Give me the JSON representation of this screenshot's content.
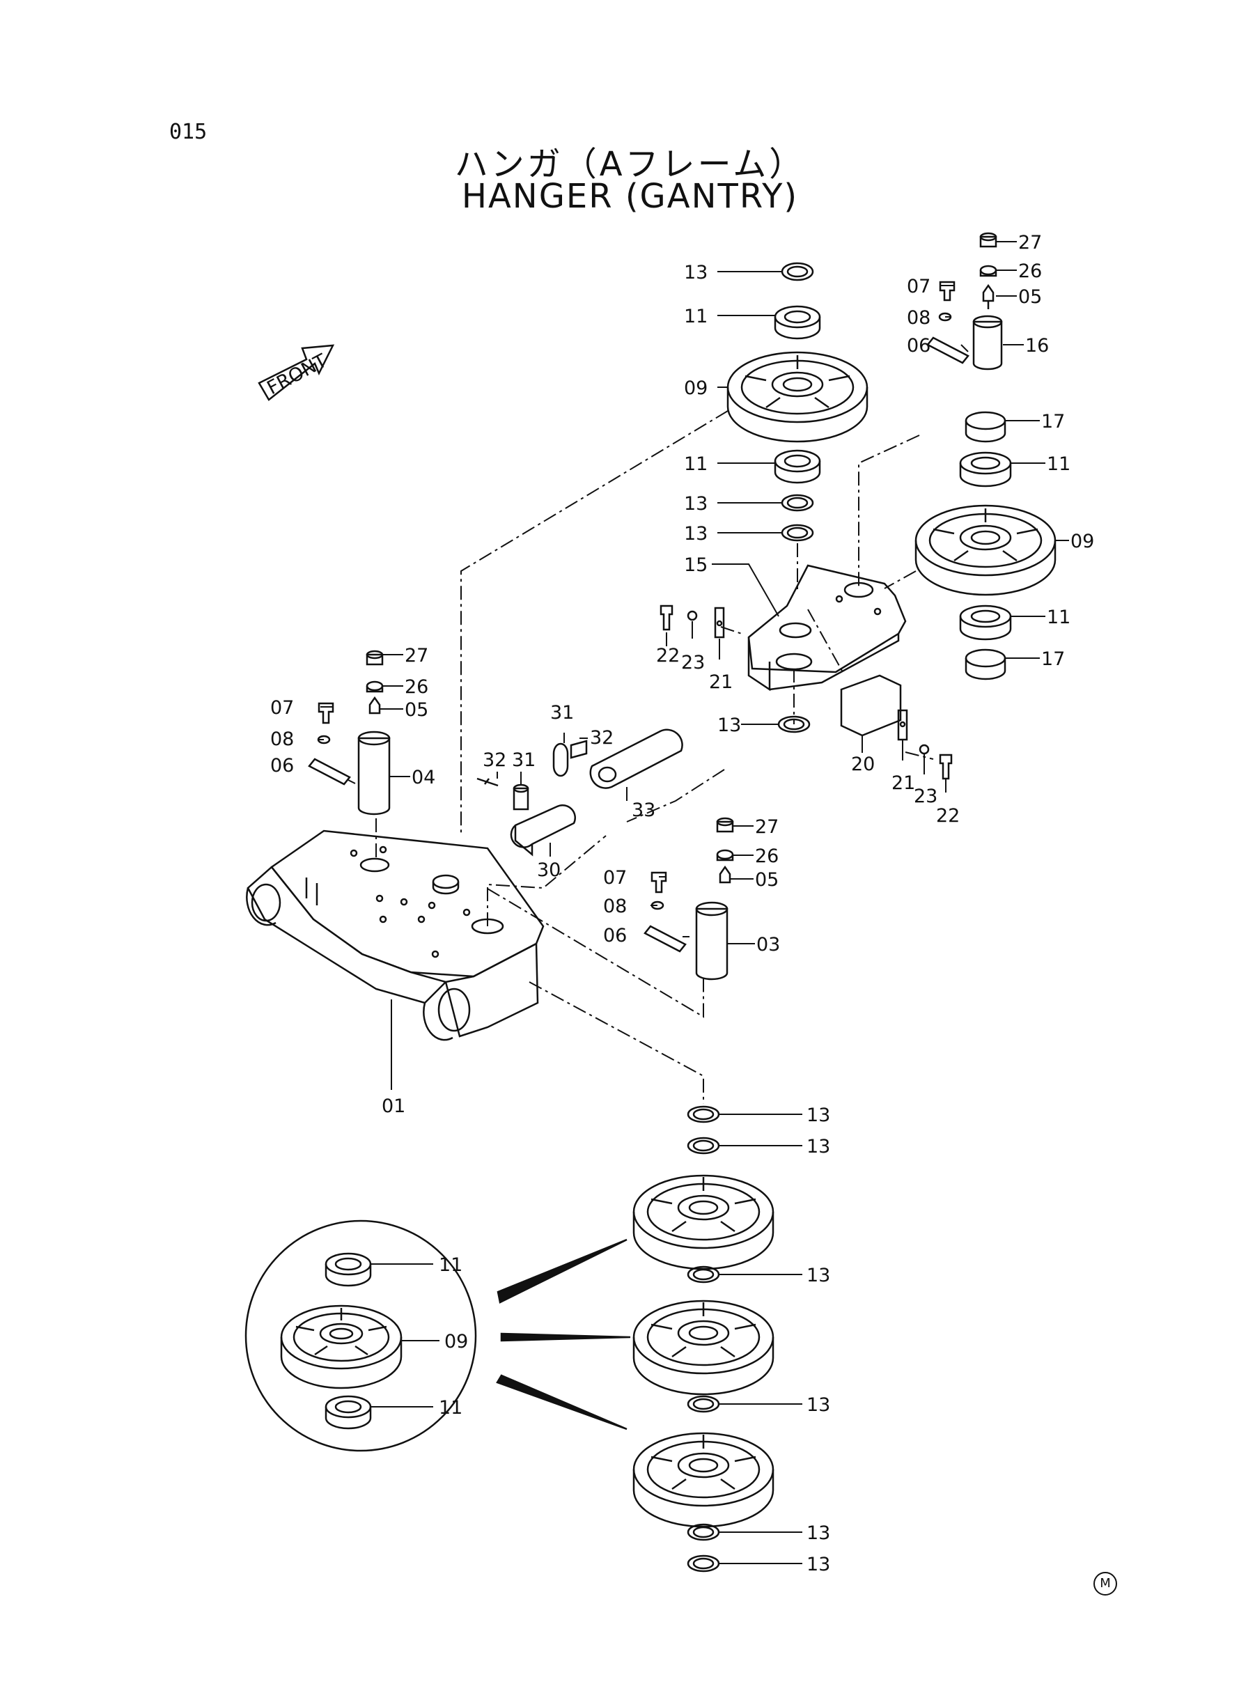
{
  "page_number": "015",
  "title_jp": "ハンガ（Aフレーム）",
  "title_en": "HANGER (GANTRY)",
  "front_label": "FRONT",
  "corner_mark": "M",
  "labels": {
    "l13a": "13",
    "l11a": "11",
    "l09a": "09",
    "l11b": "11",
    "l13b": "13",
    "l13c": "13",
    "l15": "15",
    "l27a": "27",
    "l26a": "26",
    "l05a": "05",
    "l07a": "07",
    "l08a": "08",
    "l06a": "06",
    "l16": "16",
    "l17a": "17",
    "l11c": "11",
    "l09b": "09",
    "l11d": "11",
    "l17b": "17",
    "l22a": "22",
    "l23a": "23",
    "l21a": "21",
    "l13d": "13",
    "l20": "20",
    "l21b": "21",
    "l23b": "23",
    "l22b": "22",
    "l27b": "27",
    "l26b": "26",
    "l05b": "05",
    "l07b": "07",
    "l08b": "08",
    "l06b": "06",
    "l04": "04",
    "l31a": "31",
    "l32a": "32",
    "l32b": "32",
    "l31b": "31",
    "l33": "33",
    "l30": "30",
    "l27c": "27",
    "l26c": "26",
    "l05c": "05",
    "l07c": "07",
    "l08c": "08",
    "l06c": "06",
    "l03": "03",
    "l01": "01",
    "l13e": "13",
    "l13f": "13",
    "l13g": "13",
    "l13h": "13",
    "l13i": "13",
    "l13j": "13",
    "l11e": "11",
    "l09c": "09",
    "l11f": "11"
  }
}
